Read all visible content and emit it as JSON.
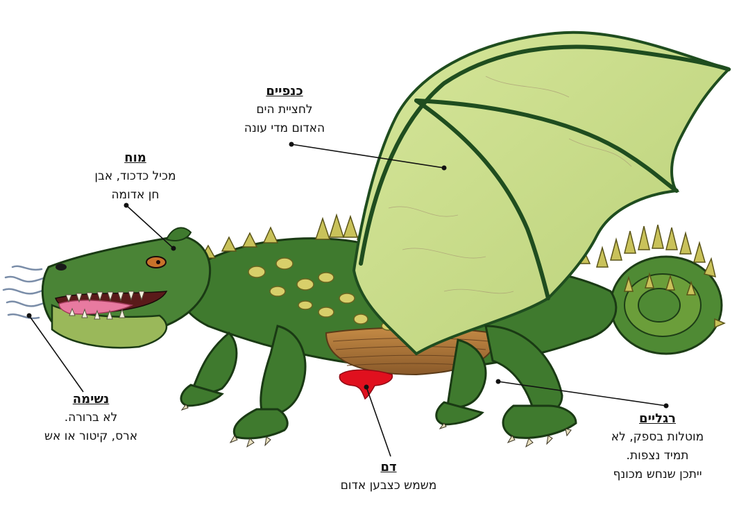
{
  "labels": {
    "wings": {
      "title": "כנפיים",
      "lines": [
        "לחציית הים",
        "האדום מדי עונה"
      ]
    },
    "brain": {
      "title": "מוח",
      "lines": [
        "מכיל כדכוד, אבן",
        "חן אדומה"
      ]
    },
    "breath": {
      "title": "נשימה",
      "lines": [
        "לא ברורה.",
        "ארס, קיטור או אש"
      ]
    },
    "blood": {
      "title": "דם",
      "lines": [
        "משמש כצבען אדום"
      ]
    },
    "legs": {
      "title": "רגליים",
      "lines": [
        "מוטלות בספק, לא",
        "תמיד נצפות.",
        "ייתכן שנחש מכונף"
      ]
    }
  },
  "colors": {
    "wing_fill": "#cfe08a",
    "wing_veins": "#1f4d1f",
    "body_green": "#3f7a2e",
    "belly": "#b07a3a",
    "spikes": "#c9c25a",
    "blood": "#e0101e",
    "tongue": "#e87aa0",
    "smoke": "#7a8da8"
  }
}
